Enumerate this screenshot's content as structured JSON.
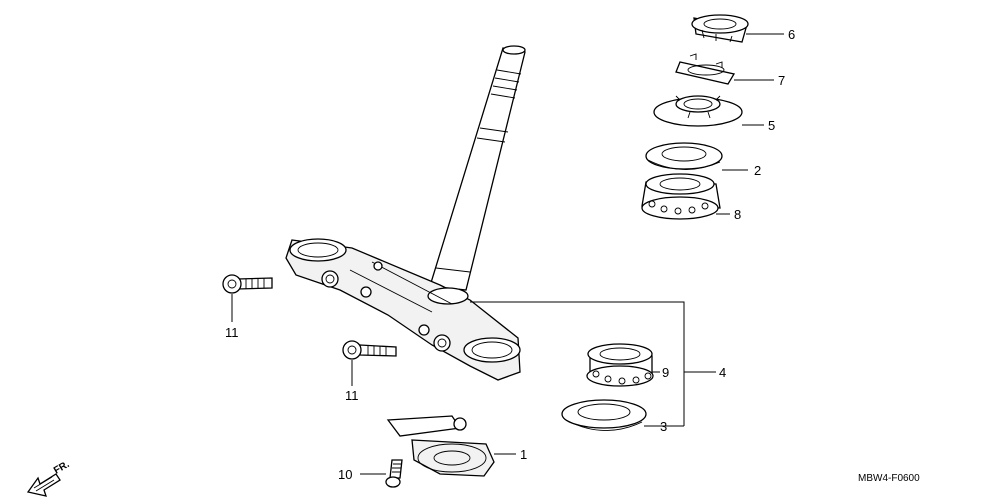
{
  "callouts": {
    "part_1": "1",
    "part_2": "2",
    "part_3": "3",
    "part_4": "4",
    "part_5": "5",
    "part_6": "6",
    "part_7": "7",
    "part_8": "8",
    "part_9": "9",
    "part_10": "10",
    "part_11_left": "11",
    "part_11_center": "11"
  },
  "front_indicator": {
    "label": "FR.",
    "icon": "front-direction-arrow-icon"
  },
  "diagram_code": "MBW4-F0600"
}
